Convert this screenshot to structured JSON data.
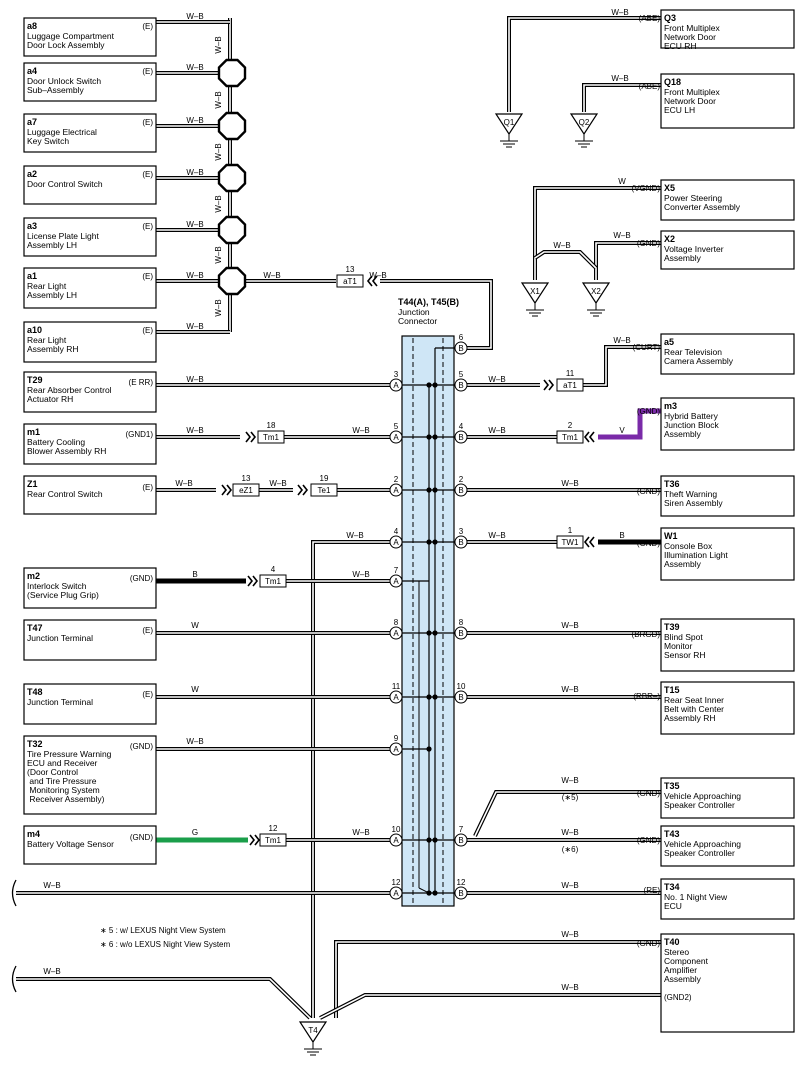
{
  "colors": {
    "wire_outline": "#000000",
    "junction_fill": "#cfe6f6",
    "wire_G": "#1a9e4a",
    "wire_V": "#7a2aa8",
    "wire_B": "#000000"
  },
  "junction": {
    "title": "T44(A), T45(B)",
    "subtitle": "Junction\nConnector"
  },
  "left_components": [
    {
      "code": "a8",
      "name": "Luggage Compartment\nDoor Lock Assembly",
      "pin": "(E)"
    },
    {
      "code": "a4",
      "name": "Door Unlock Switch\nSub–Assembly",
      "pin": "(E)"
    },
    {
      "code": "a7",
      "name": "Luggage Electrical\nKey Switch",
      "pin": "(E)"
    },
    {
      "code": "a2",
      "name": "Door Control Switch",
      "pin": "(E)"
    },
    {
      "code": "a3",
      "name": "License Plate Light\nAssembly LH",
      "pin": "(E)"
    },
    {
      "code": "a1",
      "name": "Rear Light\nAssembly LH",
      "pin": "(E)"
    },
    {
      "code": "a10",
      "name": "Rear Light\nAssembly RH",
      "pin": "(E)"
    },
    {
      "code": "T29",
      "name": "Rear Absorber Control\nActuator RH",
      "pin": "(E RR)"
    },
    {
      "code": "m1",
      "name": "Battery Cooling\nBlower Assembly RH",
      "pin": "(GND1)"
    },
    {
      "code": "Z1",
      "name": "Rear Control Switch",
      "pin": "(E)"
    },
    {
      "code": "m2",
      "name": "Interlock Switch\n(Service Plug Grip)",
      "pin": "(GND)"
    },
    {
      "code": "T47",
      "name": "Junction Terminal",
      "pin": "(E)"
    },
    {
      "code": "T48",
      "name": "Junction Terminal",
      "pin": "(E)"
    },
    {
      "code": "T32",
      "name": "Tire Pressure Warning\nECU and Receiver\n(Door Control\n and Tire Pressure\n Monitoring System\n Receiver Assembly)",
      "pin": "(GND)"
    },
    {
      "code": "m4",
      "name": "Battery Voltage Sensor",
      "pin": "(GND)"
    }
  ],
  "right_components": [
    {
      "code": "Q3",
      "name": "Front Multiplex\nNetwork Door\nECU RH",
      "pin": "(ABE)"
    },
    {
      "code": "Q18",
      "name": "Front Multiplex\nNetwork Door\nECU LH",
      "pin": "(ABE)"
    },
    {
      "code": "X5",
      "name": "Power Steering\nConverter Assembly",
      "pin": "(VGND)"
    },
    {
      "code": "X2",
      "name": "Voltage Inverter\nAssembly",
      "pin": "(GND)"
    },
    {
      "code": "a5",
      "name": "Rear Television\nCamera Assembly",
      "pin": "(CURT)"
    },
    {
      "code": "m3",
      "name": "Hybrid Battery\nJunction Block\nAssembly",
      "pin": "(GND)"
    },
    {
      "code": "T36",
      "name": "Theft Warning\nSiren Assembly",
      "pin": "(GND)"
    },
    {
      "code": "W1",
      "name": "Console Box\nIllumination Light\nAssembly",
      "pin": "(GND)"
    },
    {
      "code": "T39",
      "name": "Blind Spot\nMonitor\nSensor RH",
      "pin": "(BRGD)"
    },
    {
      "code": "T15",
      "name": "Rear Seat Inner\nBelt with Center\nAssembly RH",
      "pin": "(RBR–)"
    },
    {
      "code": "T35",
      "name": "Vehicle Approaching\nSpeaker Controller",
      "pin": "(GND)"
    },
    {
      "code": "T43",
      "name": "Vehicle Approaching\nSpeaker Controller",
      "pin": "(GND)"
    },
    {
      "code": "T34",
      "name": "No. 1 Night View\nECU",
      "pin": "(RE)"
    },
    {
      "code": "T40",
      "name": "Stereo\nComponent\nAmplifier\nAssembly",
      "pin": "(GND)",
      "pin2": "(GND2)"
    }
  ],
  "grounds": [
    "Q1",
    "Q2",
    "X1",
    "X2",
    "T4"
  ],
  "connectors": [
    {
      "label": "aT1",
      "num": "13"
    },
    {
      "label": "aT1",
      "num": "11"
    },
    {
      "label": "Tm1",
      "num": "18"
    },
    {
      "label": "Tm1",
      "num": "2"
    },
    {
      "label": "eZ1",
      "num": "13"
    },
    {
      "label": "Te1",
      "num": "19"
    },
    {
      "label": "TW1",
      "num": "1"
    },
    {
      "label": "Tm1",
      "num": "4"
    },
    {
      "label": "Tm1",
      "num": "12"
    }
  ],
  "pins_A": [
    "3",
    "5",
    "2",
    "4",
    "7",
    "8",
    "11",
    "9",
    "10",
    "12"
  ],
  "pins_B": [
    "6",
    "5",
    "4",
    "2",
    "3",
    "8",
    "10",
    "7",
    "12"
  ],
  "pin_letters": {
    "A": "A",
    "B": "B"
  },
  "wire_colors": {
    "WB": "W–B",
    "W": "W",
    "B": "B",
    "G": "G",
    "V": "V"
  },
  "notes": {
    "star5": "(∗5)",
    "star6": "(∗6)",
    "foot1": "∗ 5 : w/ LEXUS Night View System",
    "foot2": "∗ 6 : w/o LEXUS Night View System"
  }
}
